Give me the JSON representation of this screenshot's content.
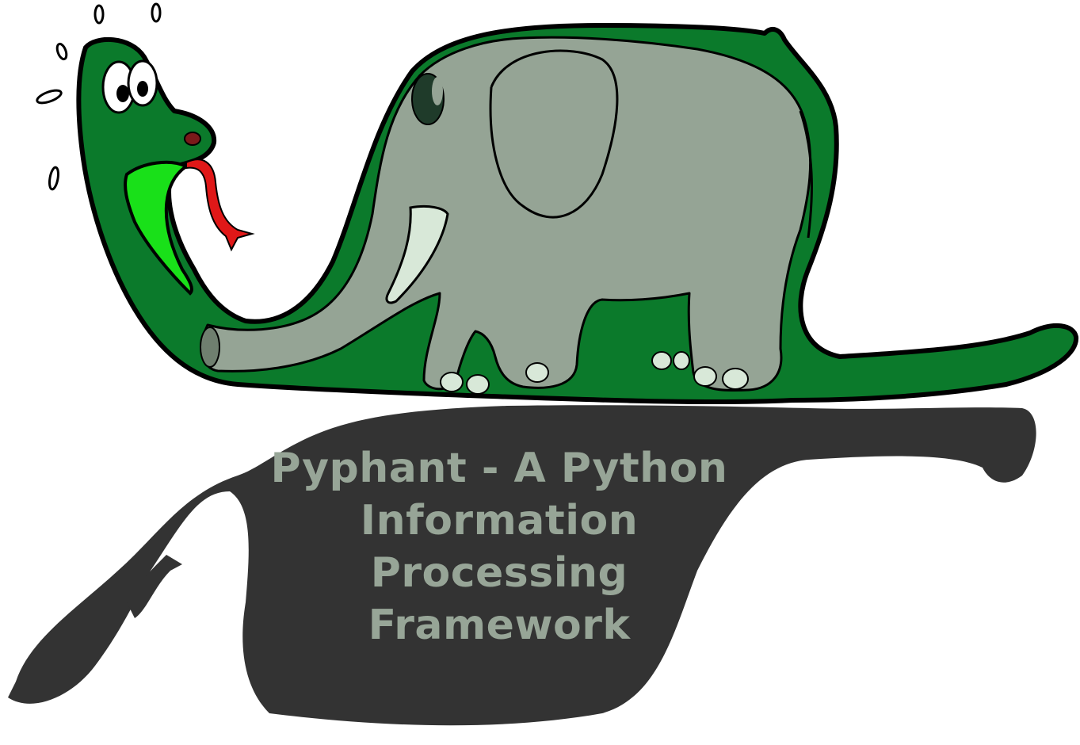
{
  "logo": {
    "name": "pyphant-logo",
    "depicts": "green snake swallowing a grey elephant, with dark shadow below",
    "colors": {
      "snake": "#0b7a2b",
      "snake_belly": "#19e019",
      "snake_outline": "#000000",
      "tongue": "#e01818",
      "elephant": "#95a495",
      "tusk": "#d8e8d8",
      "shadow": "#333333",
      "caption": "#97a597"
    }
  },
  "caption": {
    "lines": [
      "Pyphant - A Python",
      "Information",
      "Processing",
      "Framework"
    ]
  }
}
